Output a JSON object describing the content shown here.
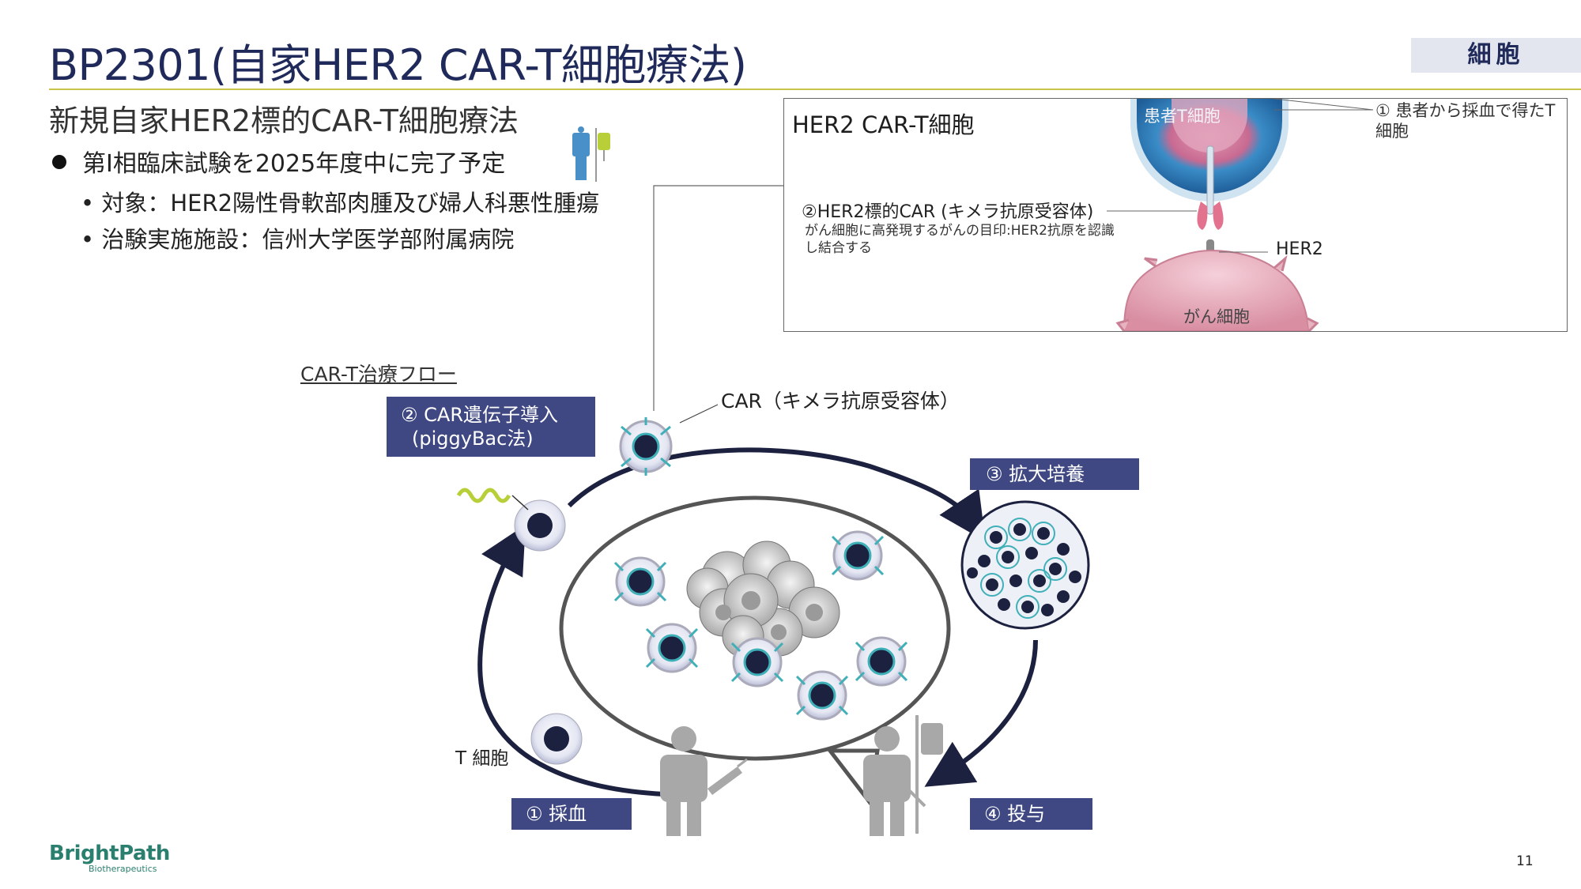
{
  "title": "BP2301(自家HER2 CAR-T細胞療法)",
  "tag": "細胞",
  "subtitle": "新規自家HER2標的CAR-T細胞療法",
  "bullet_main": "第Ⅰ相臨床試験を2025年度中に完了予定",
  "sub_bullets": [
    "• 対象：HER2陽性骨軟部肉腫及び婦人科悪性腫瘍",
    "• 治験実施施設：信州大学医学部附属病院"
  ],
  "inset": {
    "title": "HER2 CAR-T細胞",
    "patient_t": "患者T細胞",
    "collect_note": "① 患者から採血で得たT細胞",
    "car_heading": "②HER2標的CAR (キメラ抗原受容体)",
    "car_desc": "がん細胞に高発現するがんの目印:HER2抗原を認識し結合する",
    "her2": "HER2",
    "cancer_cell": "がん細胞"
  },
  "flow": {
    "label": "CAR-T治療フロー",
    "step2": "② CAR遺伝子導入",
    "step2b": "(piggyBac法)",
    "step3": "③  拡大培養",
    "step1": "① 採血",
    "step4": "④ 投与",
    "car_label": "CAR（キメラ抗原受容体）",
    "t_label": "T 細胞"
  },
  "logo": {
    "name": "BrightPath",
    "sub": "Biotherapeutics"
  },
  "page_number": "11",
  "colors": {
    "navy": "#1f2a5a",
    "step_box": "#3f4882",
    "rule": "#c9c44a",
    "brand": "#2a7f6f",
    "receptor": "#3fb0b8"
  }
}
